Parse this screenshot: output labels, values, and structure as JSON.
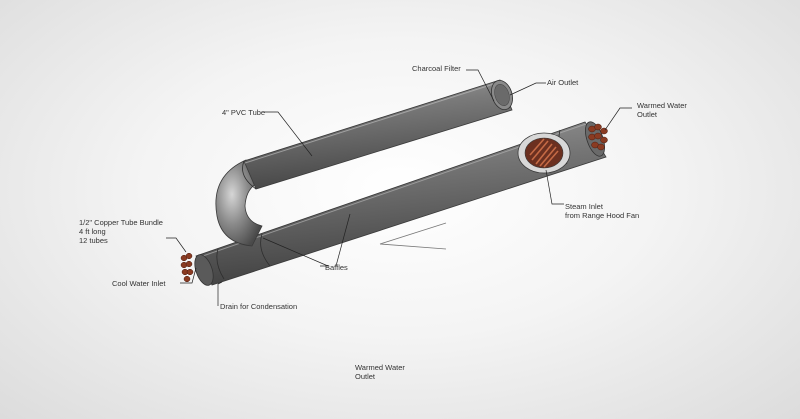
{
  "labels": {
    "charcoal_filter": "Charcoal Filter",
    "air_outlet": "Air Outlet",
    "pvc_tube": "4\" PVC Tube",
    "warmed_water_outlet_top": "Warmed Water\nOutlet",
    "copper_bundle": "1/2\" Copper Tube Bundle\n4 ft long\n12 tubes",
    "steam_inlet": "Steam Inlet\nfrom Range Hood Fan",
    "baffles": "Baffles",
    "cool_water_inlet": "Cool Water Inlet",
    "drain": "Drain for Condensation",
    "warmed_water_outlet_bottom": "Warmed Water\nOutlet"
  },
  "colors": {
    "pipe": "#6e6e6e",
    "pipe_highlight": "#9a9a9a",
    "pipe_shadow": "#3c3c3c",
    "copper": "#8a3b22",
    "copper_light": "#c56a45",
    "leader": "#222222"
  }
}
